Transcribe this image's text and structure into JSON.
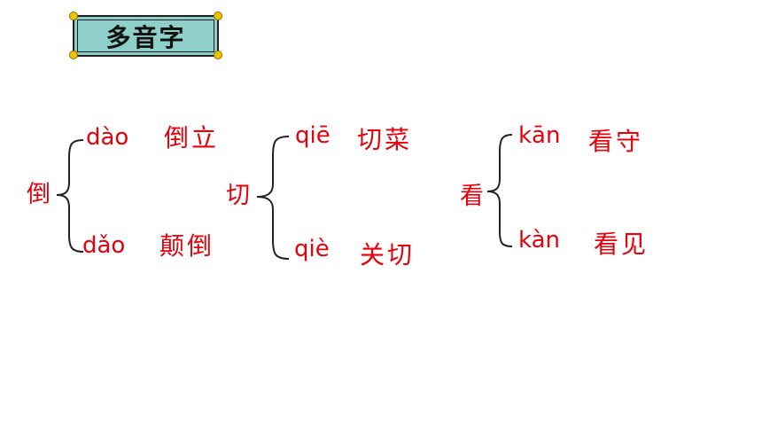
{
  "title": "多音字",
  "groups": [
    {
      "char": "倒",
      "top": {
        "pinyin": "dào",
        "word": "倒立"
      },
      "bottom": {
        "pinyin": "dǎo",
        "word": "颠倒"
      }
    },
    {
      "char": "切",
      "top": {
        "pinyin": "qiē",
        "word": "切菜"
      },
      "bottom": {
        "pinyin": "qiè",
        "word": "关切"
      }
    },
    {
      "char": "看",
      "top": {
        "pinyin": "kān",
        "word": "看守"
      },
      "bottom": {
        "pinyin": "kàn",
        "word": "看见"
      }
    }
  ],
  "colors": {
    "text": "#e8000b",
    "title_bg": "#8ecfc9",
    "dot": "#f2c200"
  }
}
